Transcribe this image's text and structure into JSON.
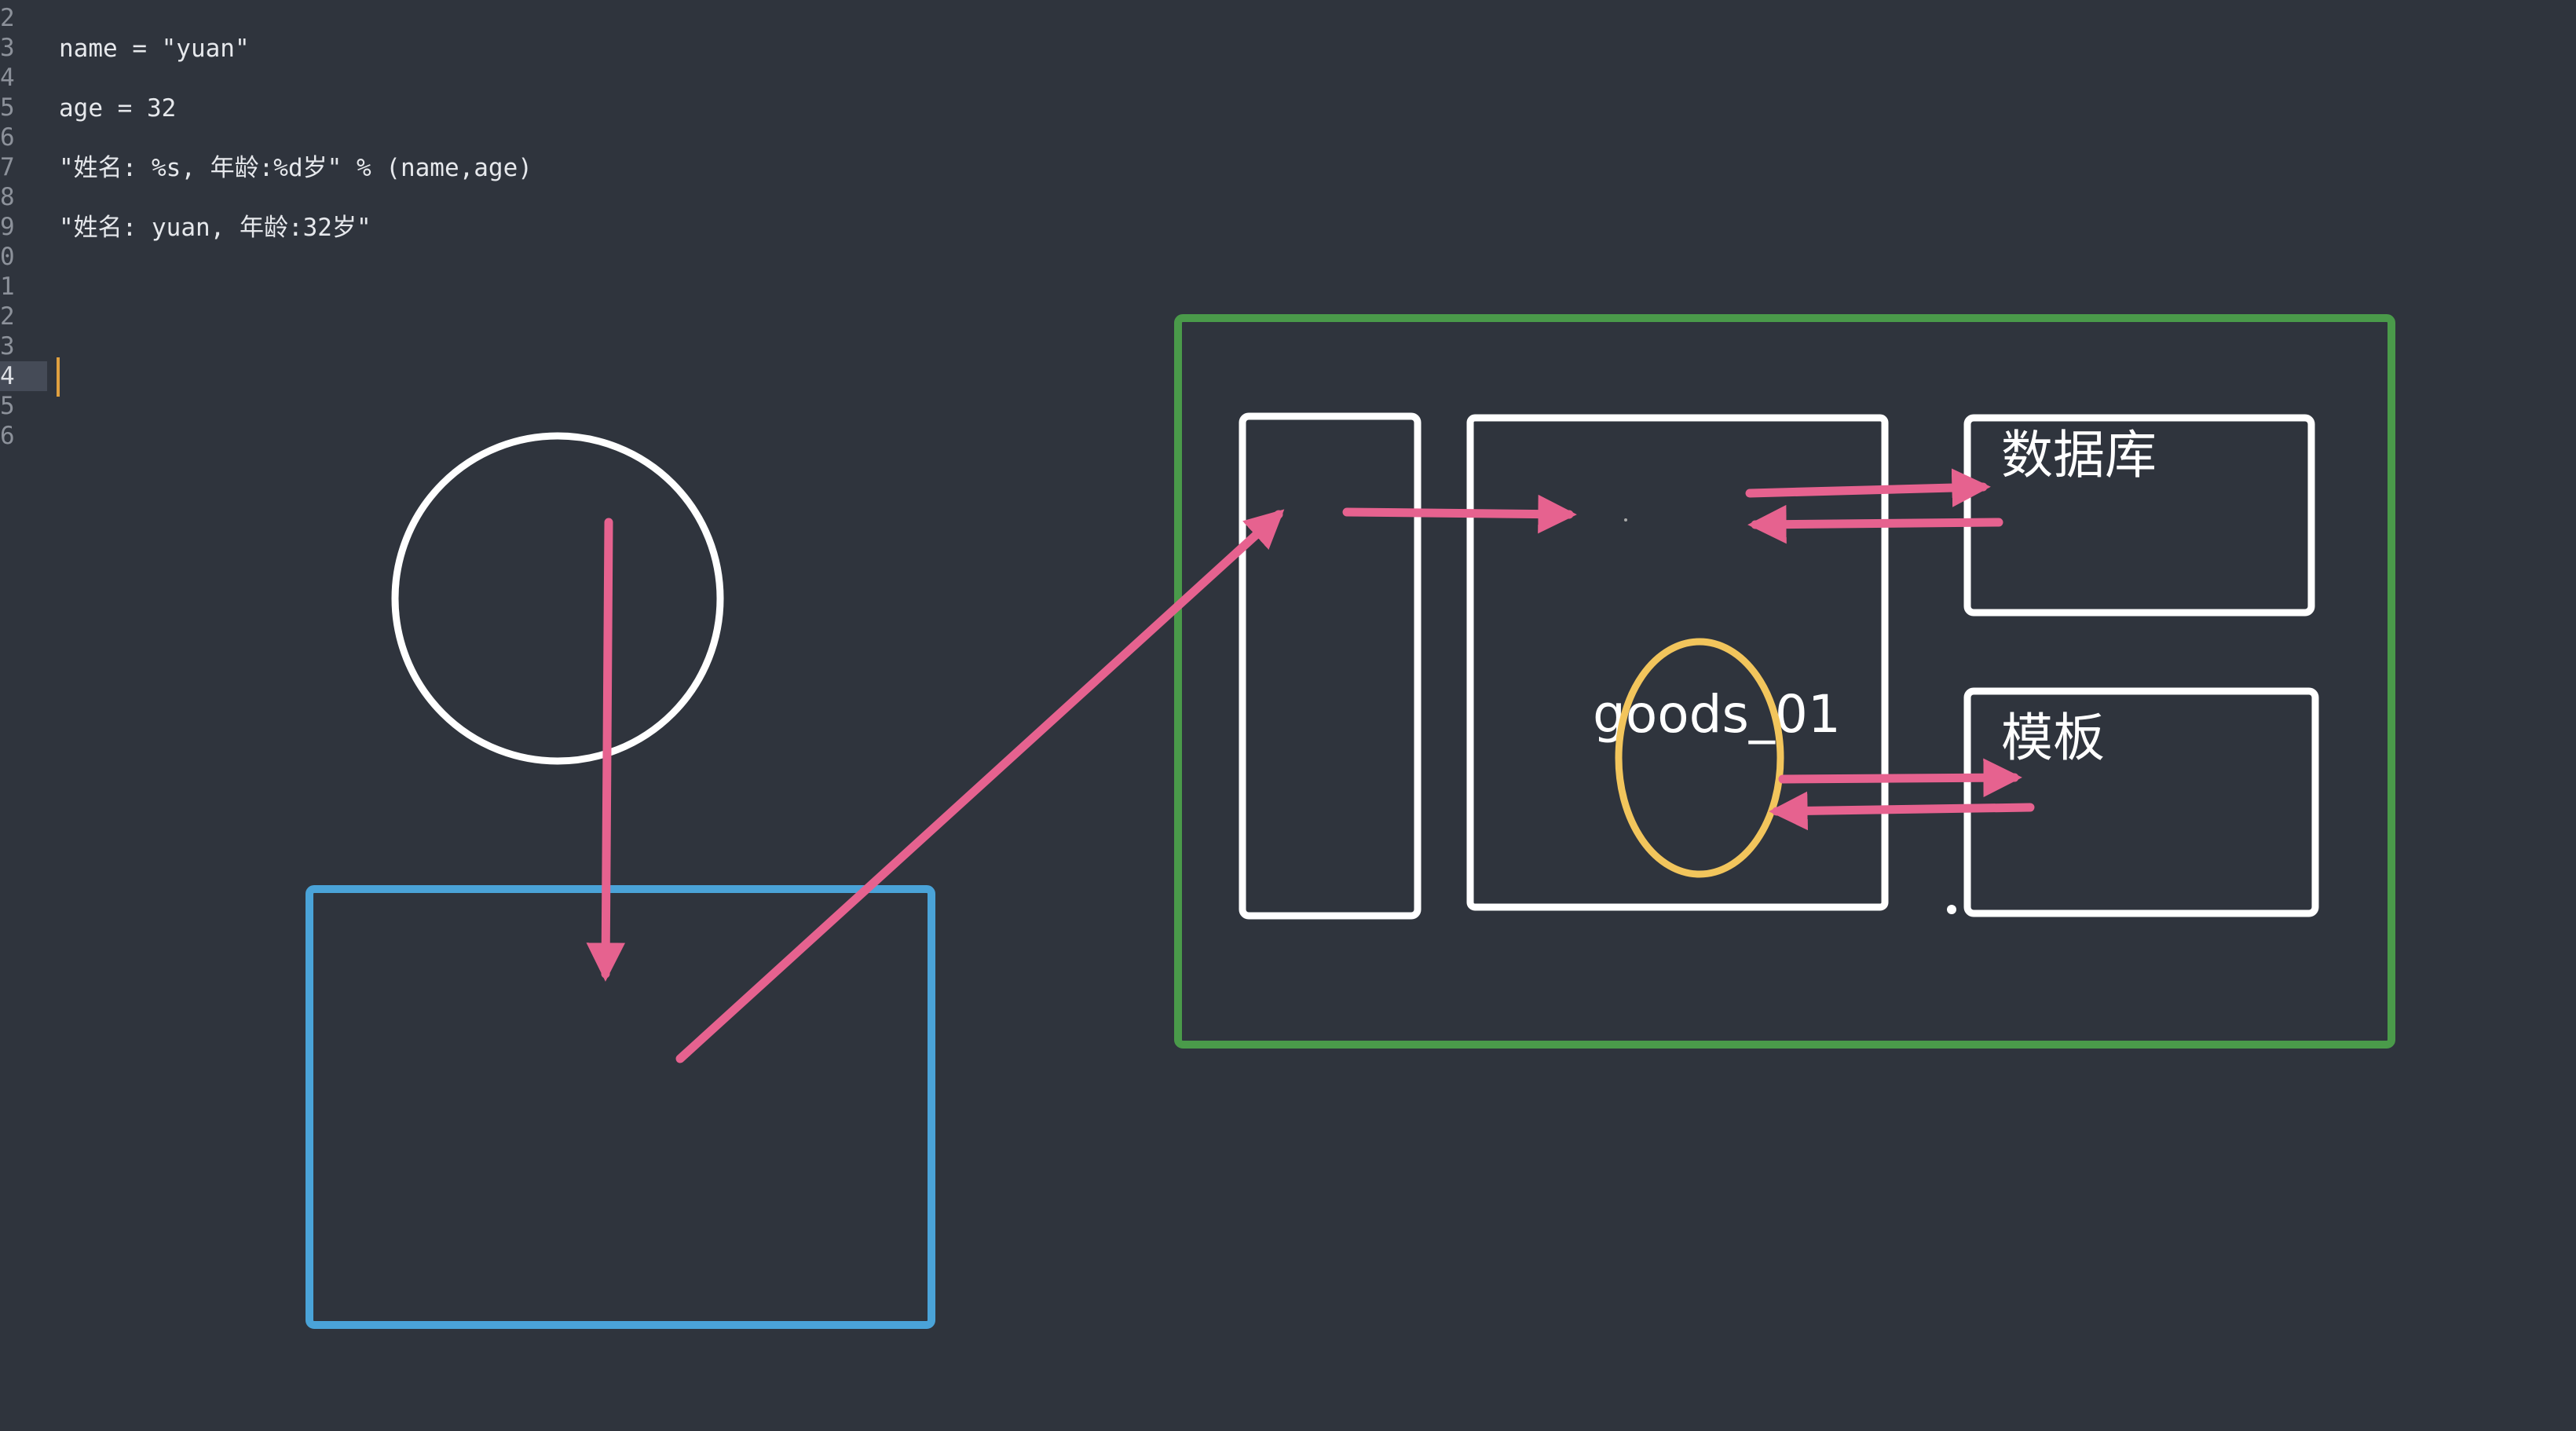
{
  "editor": {
    "line_numbers": [
      "2",
      "3",
      "4",
      "5",
      "6",
      "7",
      "8",
      "9",
      "0",
      "1",
      "2",
      "3",
      "4",
      "5",
      "6"
    ],
    "active_line_index": 12,
    "code_lines": [
      "name = \"yuan\"",
      "age = 32",
      "\"姓名: %s, 年龄:%d岁\" % (name,age)",
      "\"姓名: yuan, 年龄:32岁\""
    ]
  },
  "diagram": {
    "labels": {
      "database": "数据库",
      "template": "模板",
      "goods": "goods_01"
    },
    "colors": {
      "background": "#2f343d",
      "arrow": "#e6628f",
      "green_frame": "#4a9a4a",
      "blue_box": "#4aa3d8",
      "white_shape": "#ffffff",
      "yellow_ellipse": "#f2c55c"
    }
  }
}
